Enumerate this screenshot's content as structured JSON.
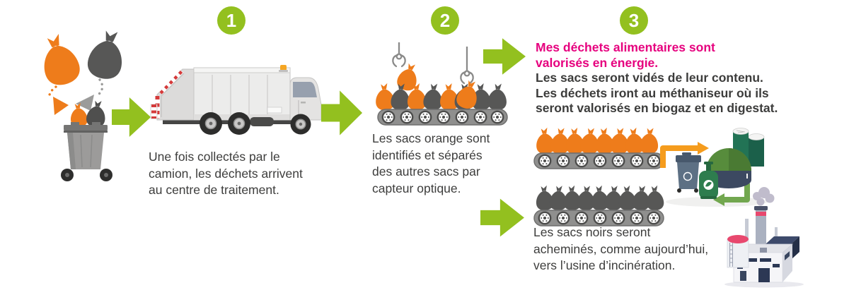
{
  "colors": {
    "accent_green": "#93c01f",
    "headline_pink": "#e6007e",
    "bag_orange": "#ee7c1b",
    "bag_dark": "#575756",
    "text_dark": "#3c3c3b"
  },
  "icons": {
    "intro": "trash-bags-dropped-into-bin",
    "step1": "garbage-truck",
    "step2": "optical-sorting-claws-conveyor",
    "orange_line": "orange-bags-conveyor",
    "black_line": "black-bags-conveyor",
    "methanizer": "biogas-methanizer-plant",
    "incinerator": "incineration-plant",
    "flow_arrow": "green-right-arrow"
  },
  "steps": [
    {
      "number": "1",
      "lines": [
        "Une fois collectés par le",
        "camion, les déchets arrivent",
        "au centre de traitement."
      ]
    },
    {
      "number": "2",
      "lines": [
        "Les sacs orange sont",
        "identifiés et séparés",
        "des autres sacs par",
        "capteur optique."
      ]
    },
    {
      "number": "3",
      "title_lines": [
        "Mes déchets alimentaires sont",
        "valorisés en énergie."
      ],
      "body_lines": [
        "Les sacs seront vidés de leur contenu.",
        "Les déchets iront au méthaniseur où ils",
        "seront valorisés en biogaz et en digestat."
      ],
      "black_lines": [
        "Les sacs noirs seront",
        "acheminés, comme aujourd’hui,",
        "vers l’usine d’incinération."
      ]
    }
  ]
}
